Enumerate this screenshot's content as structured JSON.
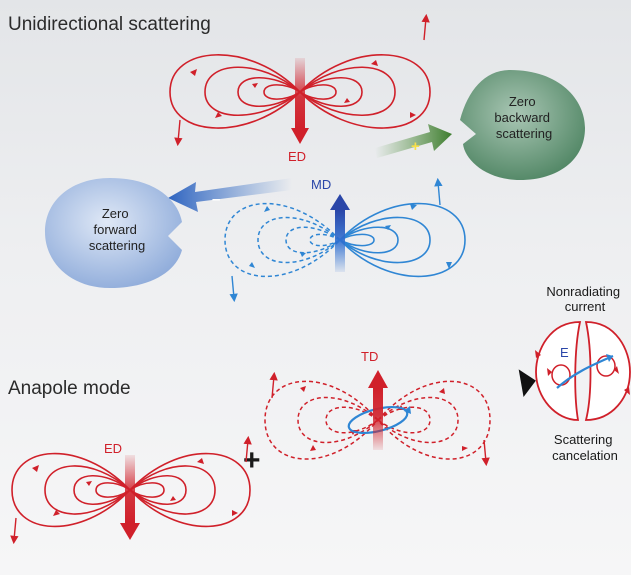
{
  "headings": {
    "unidirectional": "Unidirectional scattering",
    "anapole": "Anapole mode"
  },
  "labels": {
    "ed_top": "ED",
    "md": "MD",
    "td": "TD",
    "ed_bottom": "ED",
    "e_field": "E",
    "plus_sign": "+",
    "minus_sign": "–",
    "add_operator": "+"
  },
  "zero_backward": [
    "Zero",
    "backward",
    "scattering"
  ],
  "zero_forward": [
    "Zero",
    "forward",
    "scattering"
  ],
  "nonradiating": [
    "Nonradiating",
    "current"
  ],
  "scattering_cancel": [
    "Scattering",
    "cancelation"
  ],
  "colors": {
    "red": "#d0202a",
    "blue": "#2f86d4",
    "green_blob": "#5e8f70",
    "blue_blob": "#9ab6e0"
  }
}
